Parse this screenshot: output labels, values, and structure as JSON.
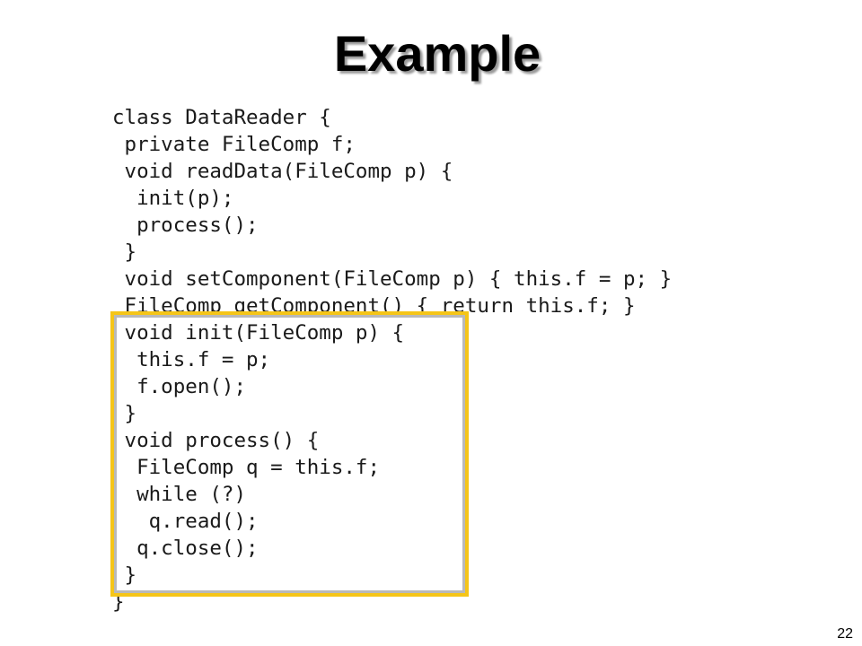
{
  "slide": {
    "title": "Example",
    "page_number": "22"
  },
  "code": {
    "lines": [
      "class DataReader {",
      " private FileComp f;",
      " void readData(FileComp p) {",
      "  init(p);",
      "  process();",
      " }",
      " void setComponent(FileComp p) { this.f = p; }",
      " FileComp getComponent() { return this.f; }",
      " void init(FileComp p) {",
      "  this.f = p;",
      "  f.open();",
      " }",
      " void process() {",
      "  FileComp q = this.f;",
      "  while (?)",
      "   q.read();",
      "  q.close();",
      " }",
      "}"
    ]
  },
  "highlight": {
    "color": "#f5c518",
    "inner_border_color": "#b9b9b9"
  }
}
